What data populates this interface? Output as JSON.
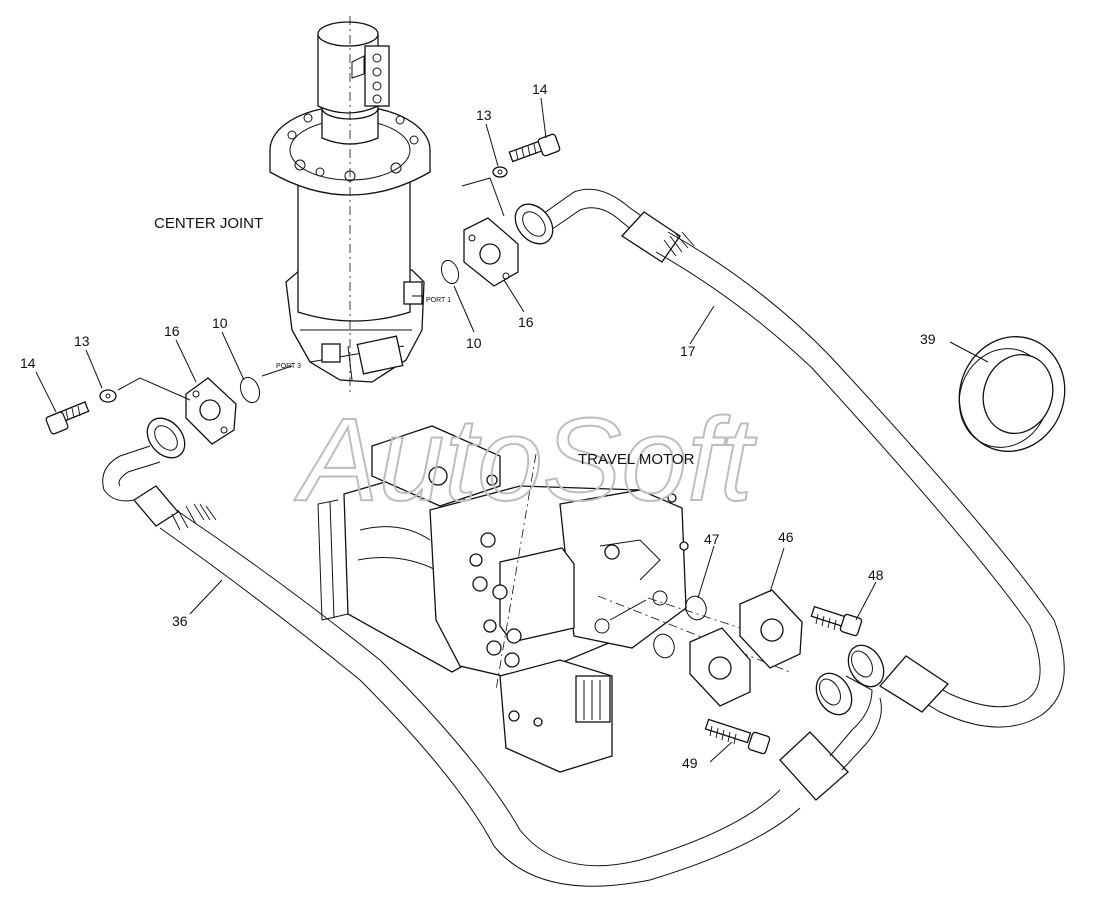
{
  "labels": {
    "center_joint": "CENTER JOINT",
    "travel_motor": "TRAVEL MOTOR",
    "port_1": "PORT 1",
    "port_3": "PORT 3",
    "watermark": "AutoSoft"
  },
  "callouts": {
    "bolt_14_top": "14",
    "washer_13_top": "13",
    "flange_16_right": "16",
    "oring_10_right": "10",
    "hose_17": "17",
    "bolt_14_left": "14",
    "washer_13_left": "13",
    "flange_16_left": "16",
    "oring_10_left": "10",
    "ring_39": "39",
    "hose_36": "36",
    "oring_47": "47",
    "flange_46": "46",
    "bolt_48": "48",
    "bolt_49": "49"
  }
}
